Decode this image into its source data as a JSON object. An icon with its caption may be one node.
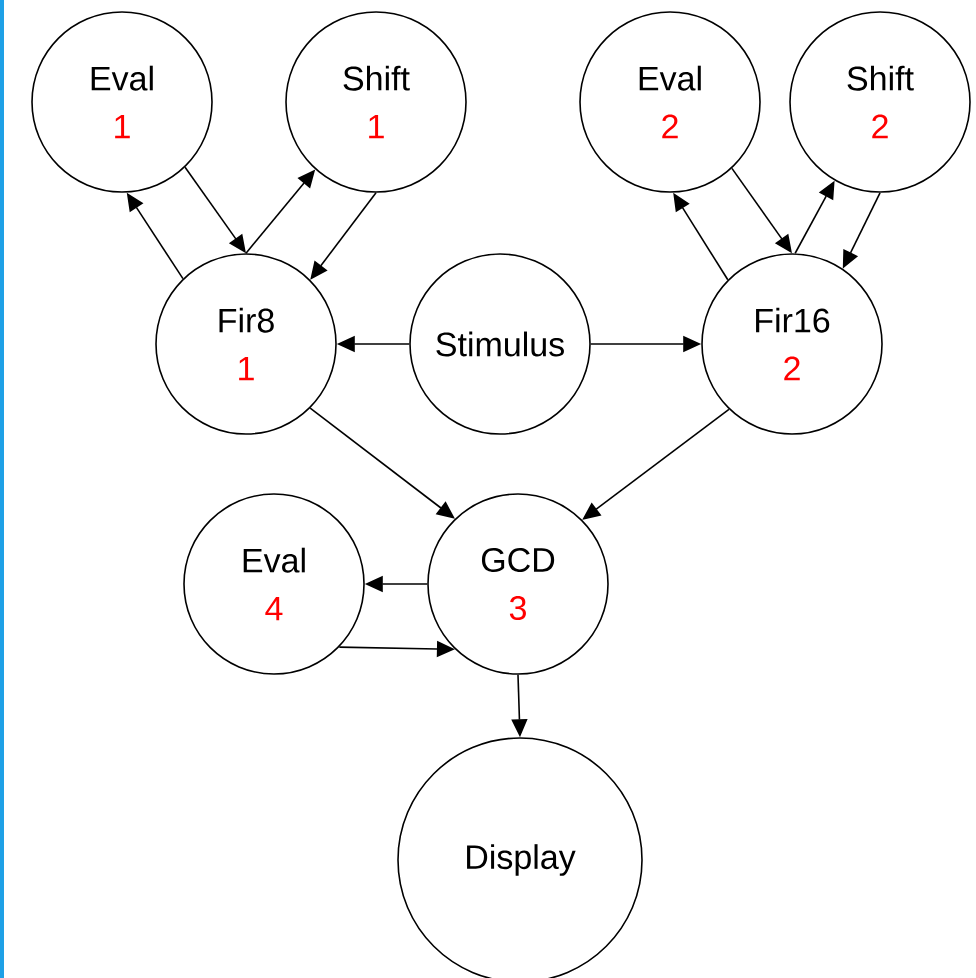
{
  "diagram": {
    "nodes": [
      {
        "text": [
          "Eval",
          "1"
        ]
      },
      {
        "text": [
          "Shift",
          "1"
        ]
      },
      {
        "text": [
          "Eval",
          "2"
        ]
      },
      {
        "text": [
          "Shift",
          "2"
        ]
      },
      {
        "text": [
          "Fir8",
          "1"
        ]
      },
      {
        "text": [
          "Stimulus"
        ]
      },
      {
        "text": [
          "Fir16",
          "2"
        ]
      },
      {
        "text": [
          "Eval",
          "4"
        ]
      },
      {
        "text": [
          "GCD",
          "3"
        ]
      },
      {
        "text": [
          "Display"
        ]
      }
    ],
    "edges": [
      {
        "from": 4,
        "to": 0,
        "arrow": "to"
      },
      {
        "from": 0,
        "to": 4,
        "arrow": "to"
      },
      {
        "from": 4,
        "to": 1,
        "arrow": "to"
      },
      {
        "from": 1,
        "to": 4,
        "arrow": "to"
      },
      {
        "from": 6,
        "to": 2,
        "arrow": "to"
      },
      {
        "from": 2,
        "to": 6,
        "arrow": "to"
      },
      {
        "from": 6,
        "to": 3,
        "arrow": "to"
      },
      {
        "from": 3,
        "to": 6,
        "arrow": "to"
      },
      {
        "from": 5,
        "to": 4,
        "arrow": "to"
      },
      {
        "from": 5,
        "to": 6,
        "arrow": "to"
      },
      {
        "from": 4,
        "to": 8,
        "arrow": "to"
      },
      {
        "from": 6,
        "to": 8,
        "arrow": "to"
      },
      {
        "from": 8,
        "to": 7,
        "arrow": "to"
      },
      {
        "from": 7,
        "to": 8,
        "arrow": "to"
      },
      {
        "from": 8,
        "to": 9,
        "arrow": "to"
      }
    ]
  }
}
